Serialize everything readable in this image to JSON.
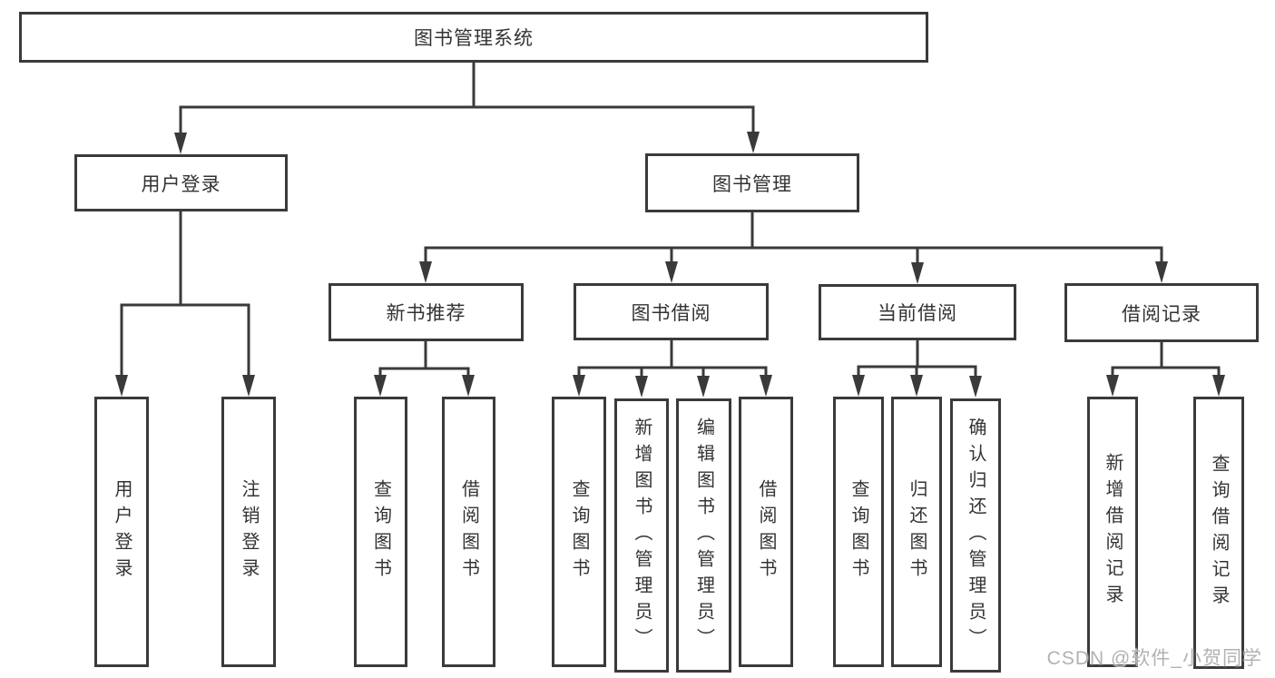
{
  "diagram": {
    "title": "图书管理系统",
    "root": {
      "label": "图书管理系统"
    },
    "level2": [
      {
        "label": "用户登录"
      },
      {
        "label": "图书管理"
      }
    ],
    "level3": [
      {
        "label": "新书推荐"
      },
      {
        "label": "图书借阅"
      },
      {
        "label": "当前借阅"
      },
      {
        "label": "借阅记录"
      }
    ],
    "leaves": {
      "user": [
        "用户登录",
        "注销登录"
      ],
      "recommend": [
        "查询图书",
        "借阅图书"
      ],
      "borrow": [
        "查询图书",
        "新增图书（管理员）",
        "编辑图书（管理员）",
        "借阅图书"
      ],
      "current": [
        "查询图书",
        "归还图书",
        "确认归还（管理员）"
      ],
      "records": [
        "新增借阅记录",
        "查询借阅记录"
      ]
    }
  },
  "watermark": {
    "text": "CSDN @软件_小贺同学"
  },
  "colors": {
    "line": "#3a3a3a",
    "text": "#333333",
    "box_background": "#ffffff",
    "watermark": "#b2b2b2",
    "page_background": "#ffffff"
  }
}
